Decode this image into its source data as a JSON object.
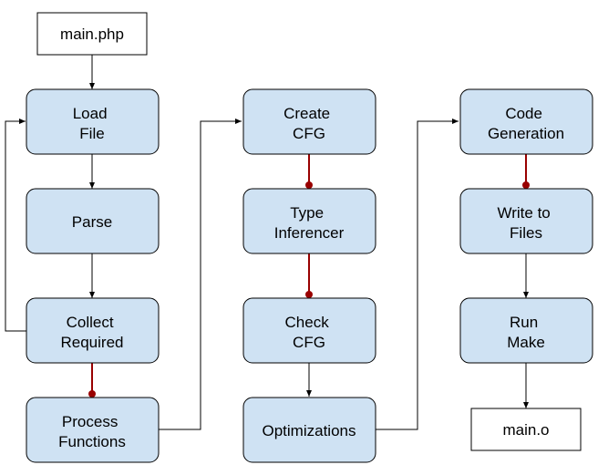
{
  "colors": {
    "process_fill": "#cfe2f3",
    "file_fill": "#ffffff",
    "stroke": "#000000",
    "red_connector": "#990000"
  },
  "nodes": {
    "main_php": {
      "lines": [
        "main.php"
      ]
    },
    "load_file": {
      "lines": [
        "Load",
        "File"
      ]
    },
    "parse": {
      "lines": [
        "Parse"
      ]
    },
    "collect_required": {
      "lines": [
        "Collect",
        "Required"
      ]
    },
    "process_functions": {
      "lines": [
        "Process",
        "Functions"
      ]
    },
    "create_cfg": {
      "lines": [
        "Create",
        "CFG"
      ]
    },
    "type_inferencer": {
      "lines": [
        "Type",
        "Inferencer"
      ]
    },
    "check_cfg": {
      "lines": [
        "Check",
        "CFG"
      ]
    },
    "optimizations": {
      "lines": [
        "Optimizations"
      ]
    },
    "code_generation": {
      "lines": [
        "Code",
        "Generation"
      ]
    },
    "write_to_files": {
      "lines": [
        "Write to",
        "Files"
      ]
    },
    "run_make": {
      "lines": [
        "Run",
        "Make"
      ]
    },
    "main_o": {
      "lines": [
        "main.o"
      ]
    }
  }
}
